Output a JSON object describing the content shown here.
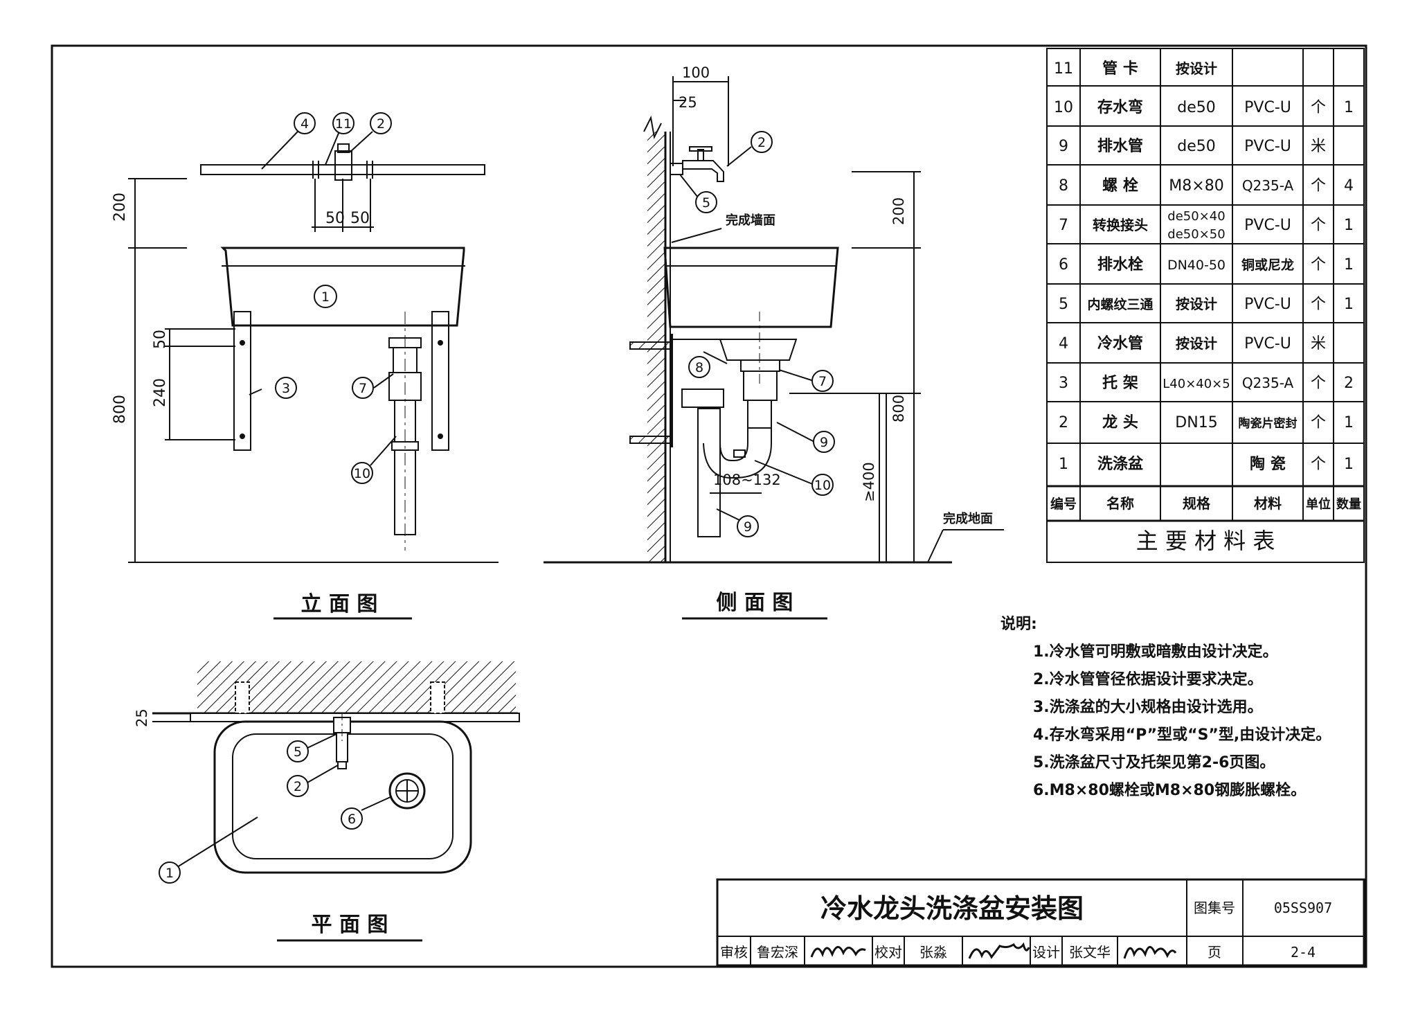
{
  "views": {
    "elevation": {
      "title": "立 面 图",
      "dims": {
        "d200": "200",
        "d800": "800",
        "d50": "50",
        "d240": "240",
        "d50a": "50",
        "d50b": "50"
      },
      "callouts": [
        "1",
        "2",
        "3",
        "4",
        "7",
        "10",
        "11"
      ]
    },
    "side": {
      "title": "侧 面 图",
      "dims": {
        "d100": "100",
        "d25": "25",
        "d200": "200",
        "d800": "800",
        "d400": "≥400",
        "d108": "108~132"
      },
      "labels": {
        "wall": "完成墙面",
        "floor": "完成地面"
      },
      "callouts": [
        "2",
        "5",
        "7",
        "8",
        "9",
        "10",
        "9"
      ]
    },
    "plan": {
      "title": "平 面 图",
      "dims": {
        "d25": "25"
      },
      "callouts": [
        "5",
        "2",
        "6",
        "1"
      ]
    }
  },
  "table": {
    "title": "主 要 材 料 表",
    "headers": [
      "编号",
      "名称",
      "规格",
      "材料",
      "单位",
      "数量"
    ],
    "rows": [
      [
        "11",
        "管  卡",
        "按设计",
        "",
        "",
        ""
      ],
      [
        "10",
        "存水弯",
        "de50",
        "PVC-U",
        "个",
        "1"
      ],
      [
        "9",
        "排水管",
        "de50",
        "PVC-U",
        "米",
        ""
      ],
      [
        "8",
        "螺  栓",
        "M8×80",
        "Q235-A",
        "个",
        "4"
      ],
      [
        "7",
        "转换接头",
        "de50×40 de50×50",
        "PVC-U",
        "个",
        "1"
      ],
      [
        "6",
        "排水栓",
        "DN40-50",
        "铜或尼龙",
        "个",
        "1"
      ],
      [
        "5",
        "内螺纹三通",
        "按设计",
        "PVC-U",
        "个",
        "1"
      ],
      [
        "4",
        "冷水管",
        "按设计",
        "PVC-U",
        "米",
        ""
      ],
      [
        "3",
        "托  架",
        "L40×40×5",
        "Q235-A",
        "个",
        "2"
      ],
      [
        "2",
        "龙  头",
        "DN15",
        "陶瓷片密封",
        "个",
        "1"
      ],
      [
        "1",
        "洗涤盆",
        "",
        "陶  瓷",
        "个",
        "1"
      ]
    ]
  },
  "notes": {
    "heading": "说明:",
    "items": [
      "1.冷水管可明敷或暗敷由设计决定。",
      "2.冷水管管径依据设计要求决定。",
      "3.洗涤盆的大小规格由设计选用。",
      "4.存水弯采用“P”型或“S”型,由设计决定。",
      "5.洗涤盆尺寸及托架见第2-6页图。",
      "6.M8×80螺栓或M8×80钢膨胀螺栓。"
    ]
  },
  "titleblock": {
    "drawing_title": "冷水龙头洗涤盆安装图",
    "atlas_label": "图集号",
    "atlas_no": "05SS907",
    "page_label": "页",
    "page_no": "2-4",
    "review_label": "审核",
    "reviewer": "鲁宏深",
    "check_label": "校对",
    "checker": "张淼",
    "design_label": "设计",
    "designer": "张文华"
  }
}
